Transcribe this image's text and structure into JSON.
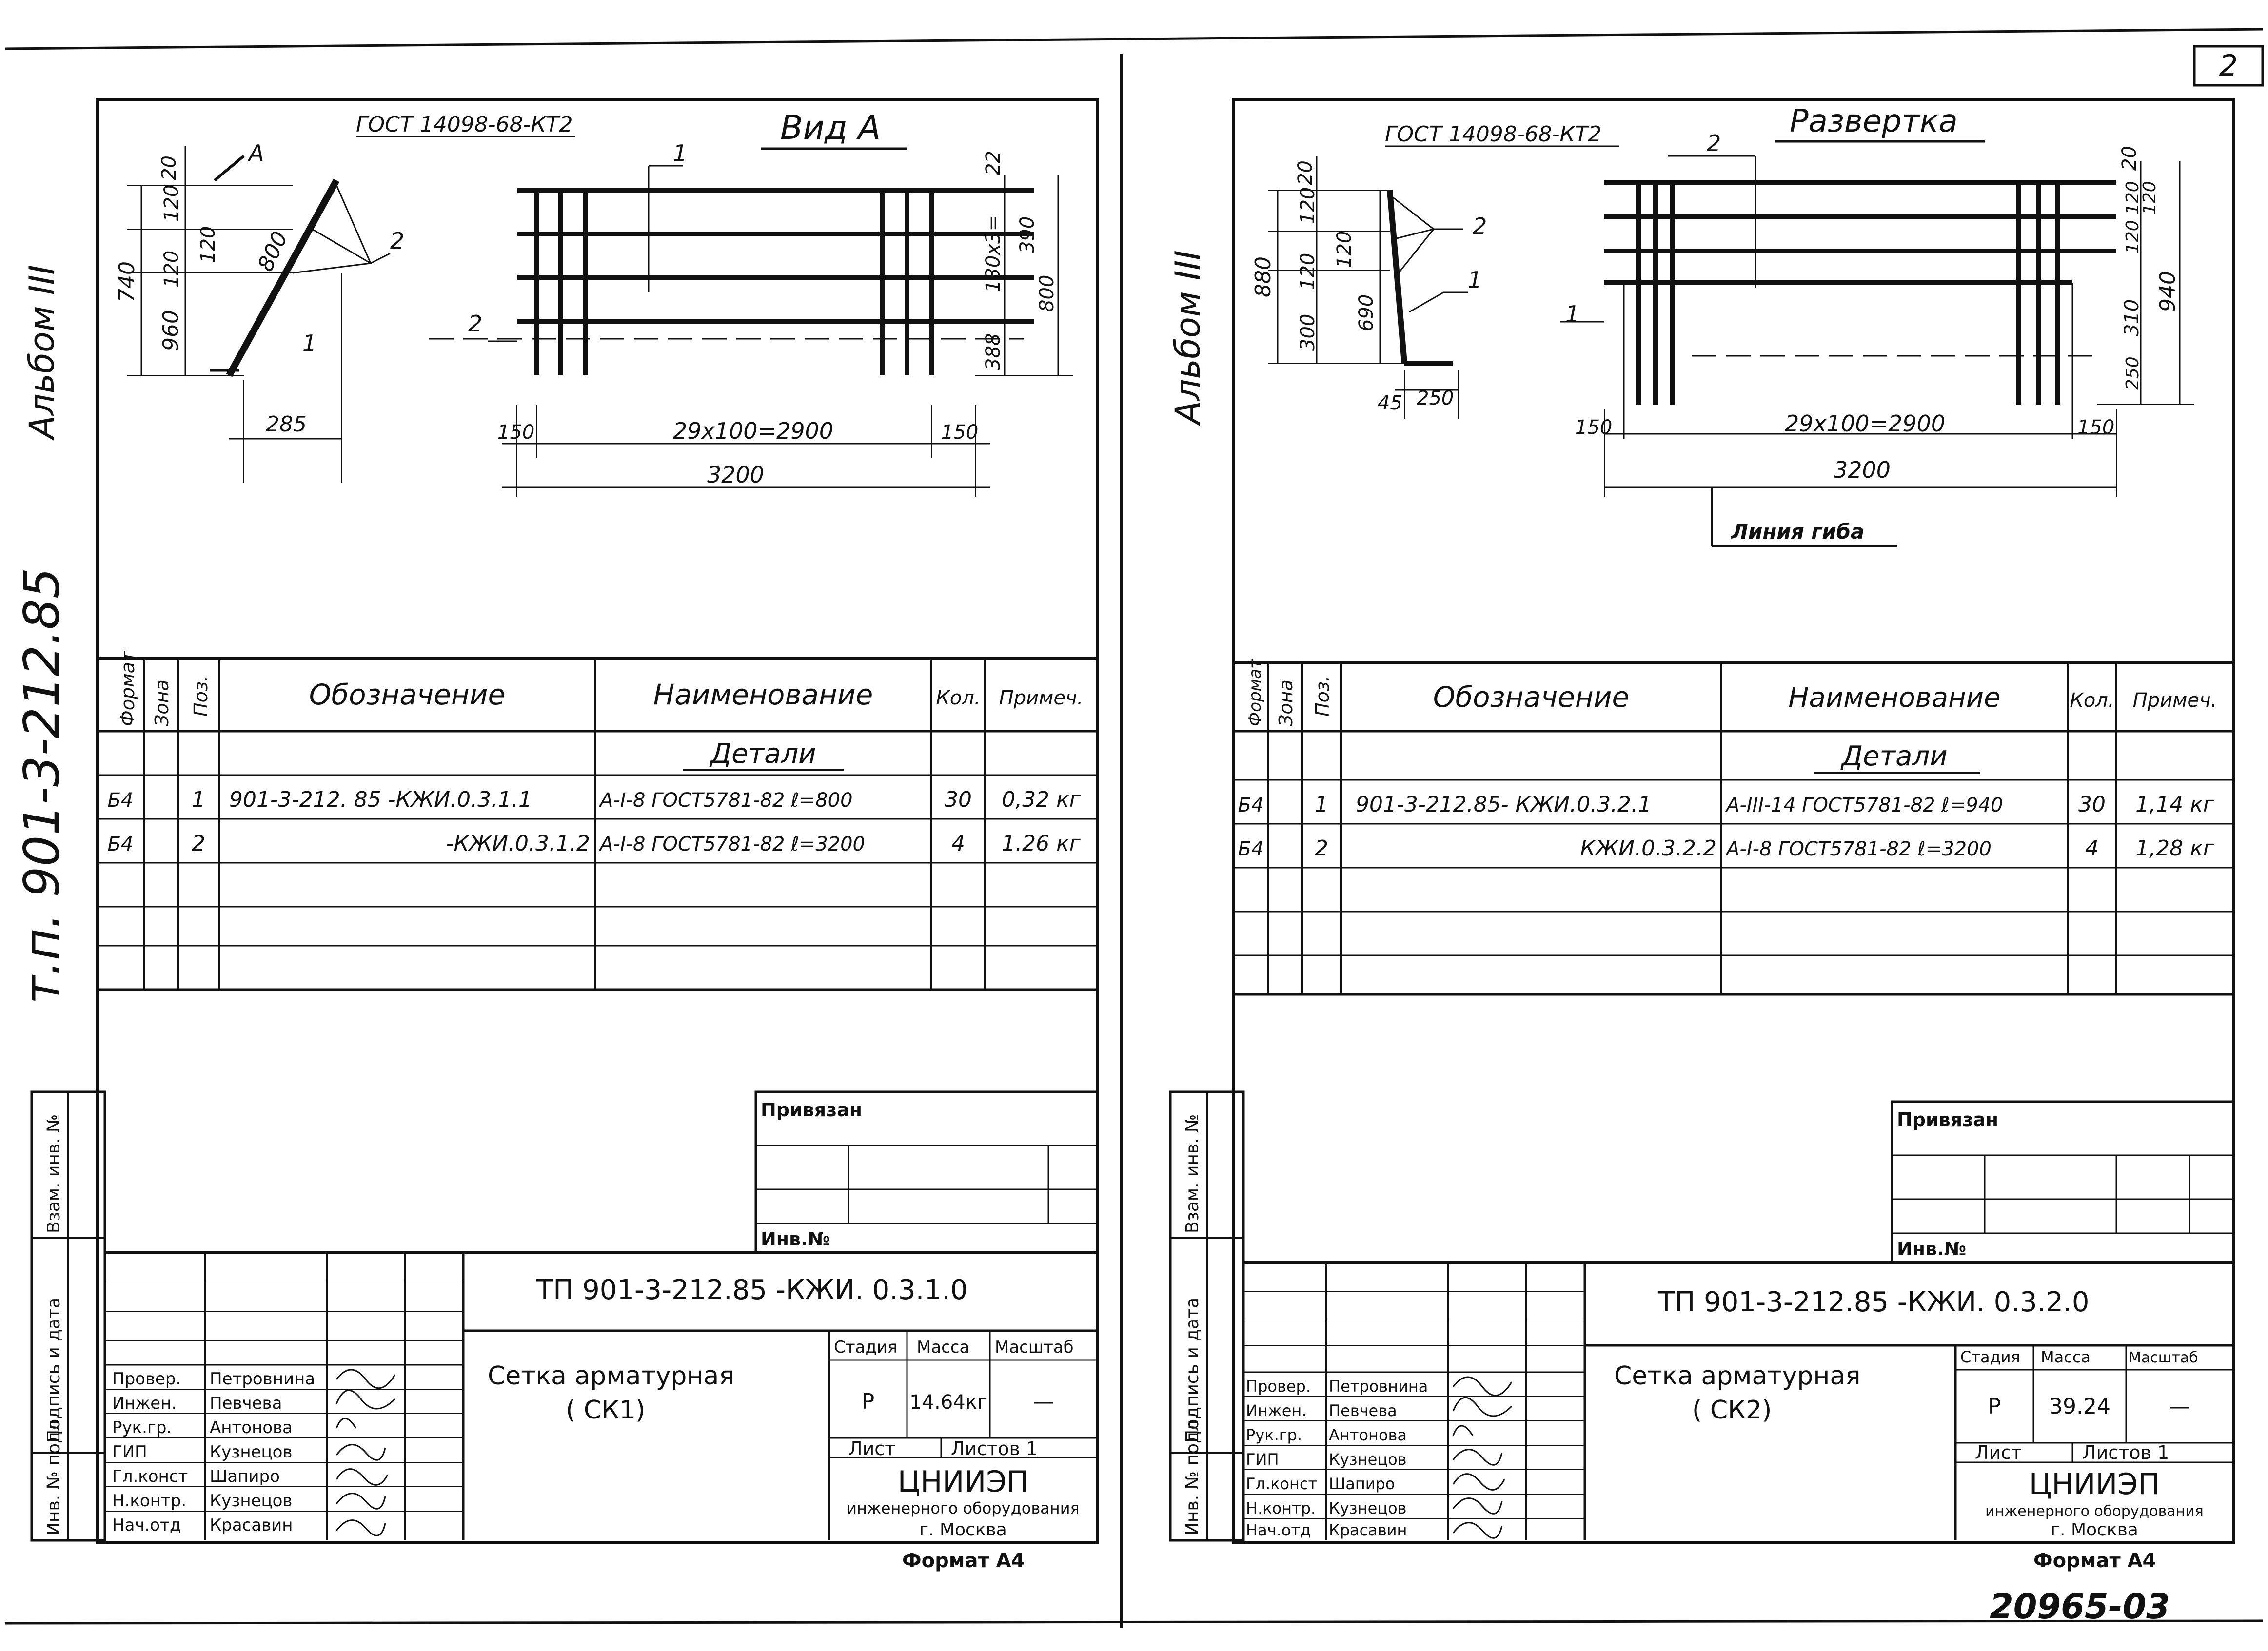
{
  "page_number": "2",
  "bottom_note": "20965-03",
  "side_labels": {
    "album_left": "Альбом III",
    "album_right": "Альбом III",
    "project": "т.п. 901-3-212.85",
    "stamp_cols": [
      "Инв. № подл.",
      "Подпись и дата",
      "Взам. инв. №"
    ]
  },
  "sheets": [
    {
      "drawing": {
        "view_title": "Вид А",
        "gost_ref": "ГОСТ 14098-68-КТ2",
        "pos_labels": [
          "1",
          "2",
          "2",
          "1",
          "А"
        ],
        "dims_left": [
          "20",
          "120",
          "120",
          "800",
          "740",
          "120",
          "960",
          "285"
        ],
        "dims_right": [
          "22",
          "130x3=",
          "390",
          "800",
          "388"
        ],
        "dims_bottom": [
          "150",
          "29x100=2900",
          "150",
          "3200"
        ],
        "bend_line": ""
      },
      "spec": {
        "headers": [
          "Формат",
          "Зона",
          "Поз.",
          "Обозначение",
          "Наименование",
          "Кол.",
          "Примеч."
        ],
        "section": "Детали",
        "rows": [
          {
            "format": "Б4",
            "zone": "",
            "pos": "1",
            "designation": "901-3-212. 85     -КЖИ.0.3.1.1",
            "name": "А-I-8 ГОСТ5781-82  ℓ=800",
            "qty": "30",
            "note": "0,32 кг"
          },
          {
            "format": "Б4",
            "zone": "",
            "pos": "2",
            "designation": "-КЖИ.0.3.1.2",
            "name": "А-I-8 ГОСТ5781-82  ℓ=3200",
            "qty": "4",
            "note": "1.26 кг"
          }
        ]
      },
      "privyazan": "Привязан",
      "inv_no": "Инв.№",
      "doc_code": "ТП 901-3-212.85     -КЖИ. 0.3.1.0",
      "doc_title": "Сетка арматурная",
      "doc_subtitle": "( СК1)",
      "stage_label": "Стадия",
      "mass_label": "Масса",
      "scale_label": "Масштаб",
      "stage": "Р",
      "mass": "14.64кг",
      "scale": "—",
      "sheet_label": "Лист",
      "sheets_label": "Листов 1",
      "org": "ЦНИИЭП",
      "org_full": "инженерного оборудования",
      "city": "г. Москва",
      "format": "Формат А4",
      "signers": [
        {
          "role": "Провер.",
          "name": "Петровнина"
        },
        {
          "role": "Инжен.",
          "name": "Певчева"
        },
        {
          "role": "Рук.гр.",
          "name": "Антонова"
        },
        {
          "role": "ГИП",
          "name": "Кузнецов"
        },
        {
          "role": "Гл.конст",
          "name": "Шапиро"
        },
        {
          "role": "Н.контр.",
          "name": "Кузнецов"
        },
        {
          "role": "Нач.отд",
          "name": "Красавин"
        }
      ]
    },
    {
      "drawing": {
        "view_title": "Развертка",
        "gost_ref": "ГОСТ 14098-68-КТ2",
        "pos_labels": [
          "2",
          "2",
          "1",
          "1"
        ],
        "dims_left": [
          "20",
          "120",
          "120",
          "690",
          "880",
          "120",
          "300",
          "45",
          "250"
        ],
        "dims_right": [
          "20",
          "120",
          "120",
          "120",
          "310",
          "940",
          "250"
        ],
        "dims_bottom": [
          "150",
          "29x100=2900",
          "150",
          "3200"
        ],
        "bend_line": "Линия гиба"
      },
      "spec": {
        "headers": [
          "Формат",
          "Зона",
          "Поз.",
          "Обозначение",
          "Наименование",
          "Кол.",
          "Примеч."
        ],
        "section": "Детали",
        "rows": [
          {
            "format": "Б4",
            "zone": "",
            "pos": "1",
            "designation": "901-3-212.85- КЖИ.0.3.2.1",
            "name": "А-III-14 ГОСТ5781-82  ℓ=940",
            "qty": "30",
            "note": "1,14 кг"
          },
          {
            "format": "Б4",
            "zone": "",
            "pos": "2",
            "designation": "КЖИ.0.3.2.2",
            "name": "А-I-8 ГОСТ5781-82  ℓ=3200",
            "qty": "4",
            "note": "1,28 кг"
          }
        ]
      },
      "privyazan": "Привязан",
      "inv_no": "Инв.№",
      "doc_code": "ТП 901-3-212.85     -КЖИ. 0.3.2.0",
      "doc_title": "Сетка арматурная",
      "doc_subtitle": "( СК2)",
      "stage_label": "Стадия",
      "mass_label": "Масса",
      "scale_label": "Масштаб",
      "stage": "Р",
      "mass": "39.24",
      "scale": "—",
      "sheet_label": "Лист",
      "sheets_label": "Листов 1",
      "org": "ЦНИИЭП",
      "org_full": "инженерного оборудования",
      "city": "г. Москва",
      "format": "Формат А4",
      "signers": [
        {
          "role": "Провер.",
          "name": "Петровнина"
        },
        {
          "role": "Инжен.",
          "name": "Певчева"
        },
        {
          "role": "Рук.гр.",
          "name": "Антонова"
        },
        {
          "role": "ГИП",
          "name": "Кузнецов"
        },
        {
          "role": "Гл.конст",
          "name": "Шапиро"
        },
        {
          "role": "Н.контр.",
          "name": "Кузнецов"
        },
        {
          "role": "Нач.отд",
          "name": "Красавин"
        }
      ]
    }
  ]
}
